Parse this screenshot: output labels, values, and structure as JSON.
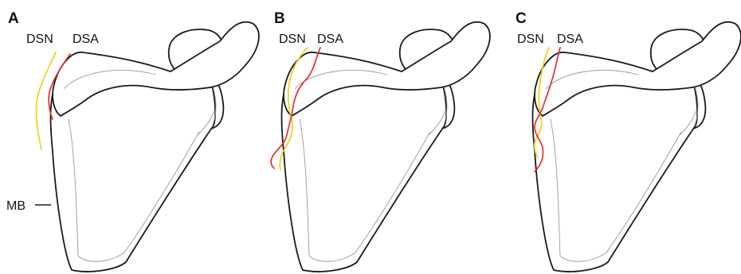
{
  "panels": [
    {
      "letter": "A",
      "nerve_label": "DSN",
      "artery_label": "DSA",
      "border_label": "MB"
    },
    {
      "letter": "B",
      "nerve_label": "DSN",
      "artery_label": "DSA"
    },
    {
      "letter": "C",
      "nerve_label": "DSN",
      "artery_label": "DSA"
    }
  ],
  "colors": {
    "nerve": "#f2cf1a",
    "artery": "#e52f2f",
    "outline": "#1a1a1a",
    "inner_line": "#9a9a9a"
  }
}
